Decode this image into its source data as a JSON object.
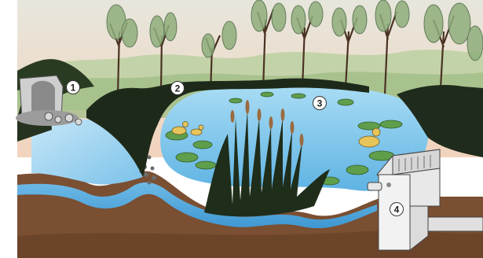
{
  "markers": [
    {
      "label": "1"
    },
    {
      "label": "2"
    },
    {
      "label": "3"
    },
    {
      "label": "4"
    }
  ],
  "colors": {
    "sky_top": "#e9e3d6",
    "sky_bottom": "#f1d6c0",
    "far_hills": "#b8cfa0",
    "soil": "#7a4f32",
    "soil_dark": "#5e3a22",
    "water": "#7fc3ea",
    "water_deep": "#4fa6d9",
    "grass_dark": "#1f2b1c",
    "lily_pad": "#5f9e4b",
    "duck": "#e8c55a",
    "filter_box": "#f2f2f2"
  }
}
